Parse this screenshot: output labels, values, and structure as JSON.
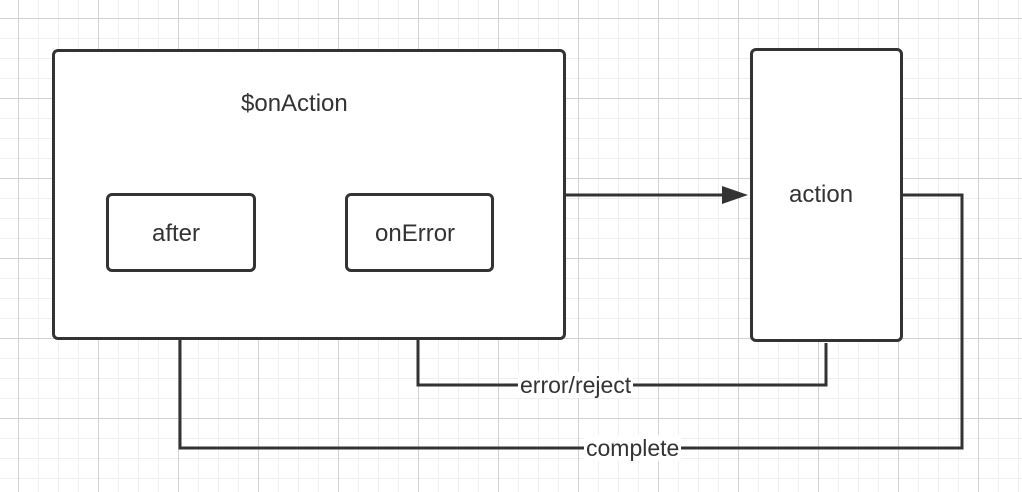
{
  "diagram": {
    "nodes": {
      "on_action": {
        "label": "$onAction"
      },
      "after": {
        "label": "after"
      },
      "on_error": {
        "label": "onError"
      },
      "action": {
        "label": "action"
      }
    },
    "edges": {
      "invoke": {
        "from": "$onAction",
        "to": "action",
        "label": ""
      },
      "error_reject": {
        "from": "action",
        "to": "onError",
        "label": "error/reject"
      },
      "complete": {
        "from": "action",
        "to": "after",
        "label": "complete"
      }
    }
  },
  "colors": {
    "stroke": "#333333",
    "background": "#ffffff",
    "grid_major": "#d2d2d2",
    "grid_minor": "#efefef"
  }
}
